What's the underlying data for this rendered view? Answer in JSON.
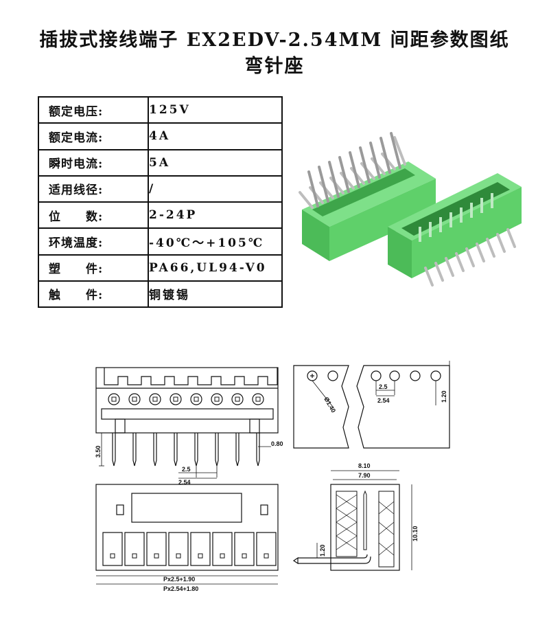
{
  "title": {
    "line1": "插拔式接线端子 EX2EDV-2.54MM 间距参数图纸",
    "line2": "弯针座"
  },
  "specs": [
    {
      "label": "额定电压:",
      "value": "125V"
    },
    {
      "label": "额定电流:",
      "value": "4A"
    },
    {
      "label": "瞬时电流:",
      "value": "5A"
    },
    {
      "label": "适用线径:",
      "value": "/"
    },
    {
      "label": "位　　数:",
      "value": "2-24P"
    },
    {
      "label": "环境温度:",
      "value": "-40℃～+105℃"
    },
    {
      "label": "塑　　件:",
      "value": "PA66,UL94-V0"
    },
    {
      "label": "触　　件:",
      "value": "铜镀锡"
    }
  ],
  "colors": {
    "connector_green": "#5fd06a",
    "connector_dark": "#3ea54a",
    "pin_metal": "#c9c9c9"
  },
  "dimensions": {
    "pin_length": "3.50",
    "pin_width": "0.80",
    "pitch_a": "2.5",
    "pitch_b": "2.54",
    "hole_dia": "Ø1.40",
    "offset": "1.20",
    "top_pitch_a": "2.5",
    "top_pitch_b": "2.54",
    "width_outer": "8.10",
    "width_inner": "7.90",
    "height": "10.10",
    "side_offset": "1.20",
    "total_a": "Px2.5+1.90",
    "total_b": "Px2.54+1.80"
  }
}
